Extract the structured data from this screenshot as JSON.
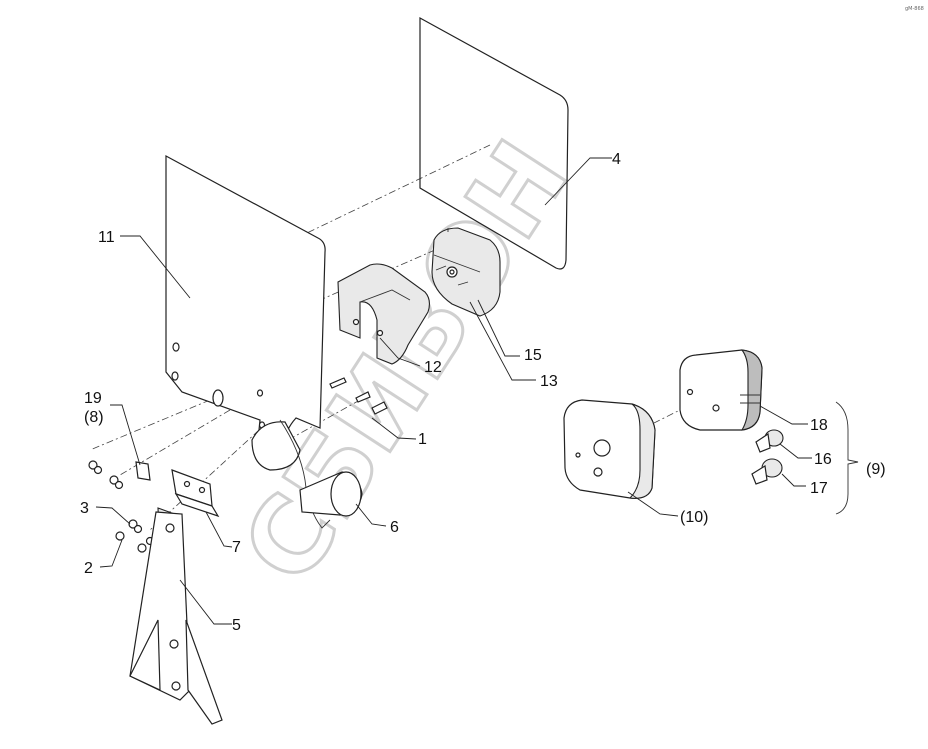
{
  "diagram": {
    "watermark": "СБИВОН",
    "corner_mark": "gM-868",
    "callouts": [
      {
        "id": "c1",
        "text": "1"
      },
      {
        "id": "c2",
        "text": "2"
      },
      {
        "id": "c3",
        "text": "3"
      },
      {
        "id": "c4",
        "text": "4"
      },
      {
        "id": "c5",
        "text": "5"
      },
      {
        "id": "c6",
        "text": "6"
      },
      {
        "id": "c7",
        "text": "7"
      },
      {
        "id": "c8",
        "text": "(8)"
      },
      {
        "id": "c9",
        "text": "(9)"
      },
      {
        "id": "c10",
        "text": "(10)"
      },
      {
        "id": "c11",
        "text": "11"
      },
      {
        "id": "c12",
        "text": "12"
      },
      {
        "id": "c13",
        "text": "13"
      },
      {
        "id": "c15",
        "text": "15"
      },
      {
        "id": "c16",
        "text": "16"
      },
      {
        "id": "c17",
        "text": "17"
      },
      {
        "id": "c18",
        "text": "18"
      },
      {
        "id": "c19",
        "text": "19"
      }
    ]
  }
}
